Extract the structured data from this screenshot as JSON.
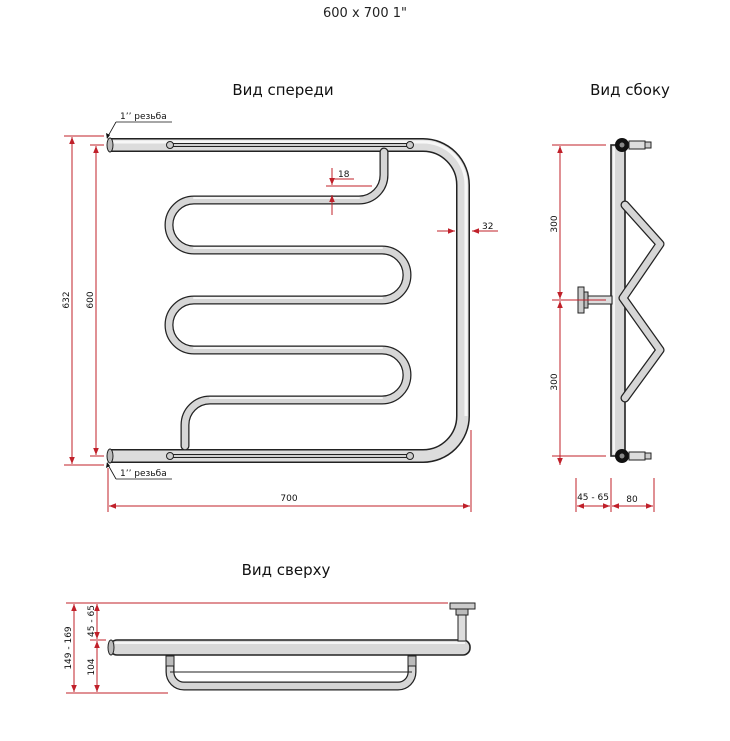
{
  "title": "600 x 700 1\"",
  "views": {
    "front": "Вид спереди",
    "side": "Вид сбоку",
    "top": "Вид сверху"
  },
  "thread_label": "1’’ резьба",
  "dims": {
    "total_height": "632",
    "center_distance": "600",
    "width": "700",
    "gap": "18",
    "pipe": "32",
    "side_upper": "300",
    "side_lower": "300",
    "offset": "45 - 65",
    "depth": "80",
    "top_total": "149 - 169",
    "top_offset": "45 - 65",
    "top_depth": "104"
  },
  "colors": {
    "dimension": "#c0202a",
    "outline": "#222222",
    "metal": "#d8d8d8"
  }
}
